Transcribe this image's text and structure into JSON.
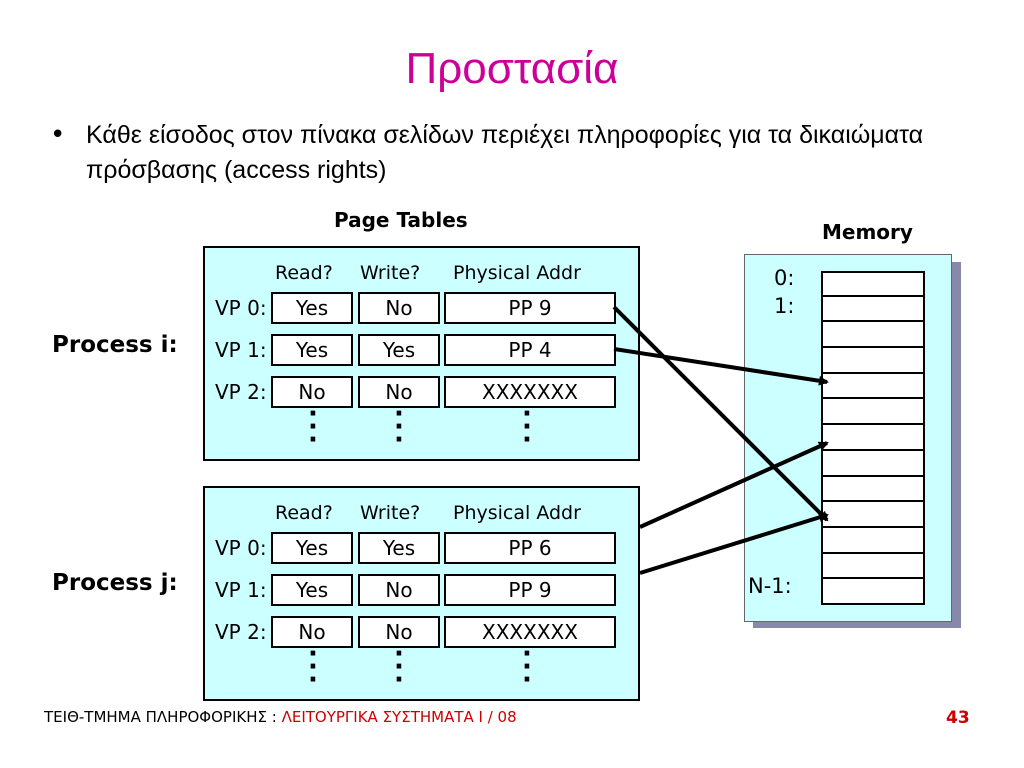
{
  "title": "Προστασία",
  "bullet": "Κάθε είσοδος στον πίνακα σελίδων περιέχει πληροφορίες για τα δικαιώματα πρόσβασης (access rights)",
  "page_tables_label": "Page Tables",
  "memory_label": "Memory",
  "headers": {
    "read": "Read?",
    "write": "Write?",
    "addr": "Physical Addr"
  },
  "vp_labels": [
    "VP 0:",
    "VP 1:",
    "VP 2:"
  ],
  "process_i": {
    "label": "Process i:",
    "rows": [
      {
        "read": "Yes",
        "write": "No",
        "addr": "PP 9"
      },
      {
        "read": "Yes",
        "write": "Yes",
        "addr": "PP 4"
      },
      {
        "read": "No",
        "write": "No",
        "addr": "XXXXXXX"
      }
    ]
  },
  "process_j": {
    "label": "Process j:",
    "rows": [
      {
        "read": "Yes",
        "write": "Yes",
        "addr": "PP 6"
      },
      {
        "read": "Yes",
        "write": "No",
        "addr": "PP 9"
      },
      {
        "read": "No",
        "write": "No",
        "addr": "XXXXXXX"
      }
    ]
  },
  "memory": {
    "label_first": "0:",
    "label_second": "1:",
    "label_last": "N-1:"
  },
  "footer": {
    "left": "ΤΕΙΘ-ΤΜΗΜΑ ΠΛΗΡΟΦΟΡΙΚΗΣ :",
    "right": "ΛΕΙΤΟΥΡΓΙΚΑ ΣΥΣΤΗΜΑΤΑ Ι / 08",
    "page": "43"
  }
}
